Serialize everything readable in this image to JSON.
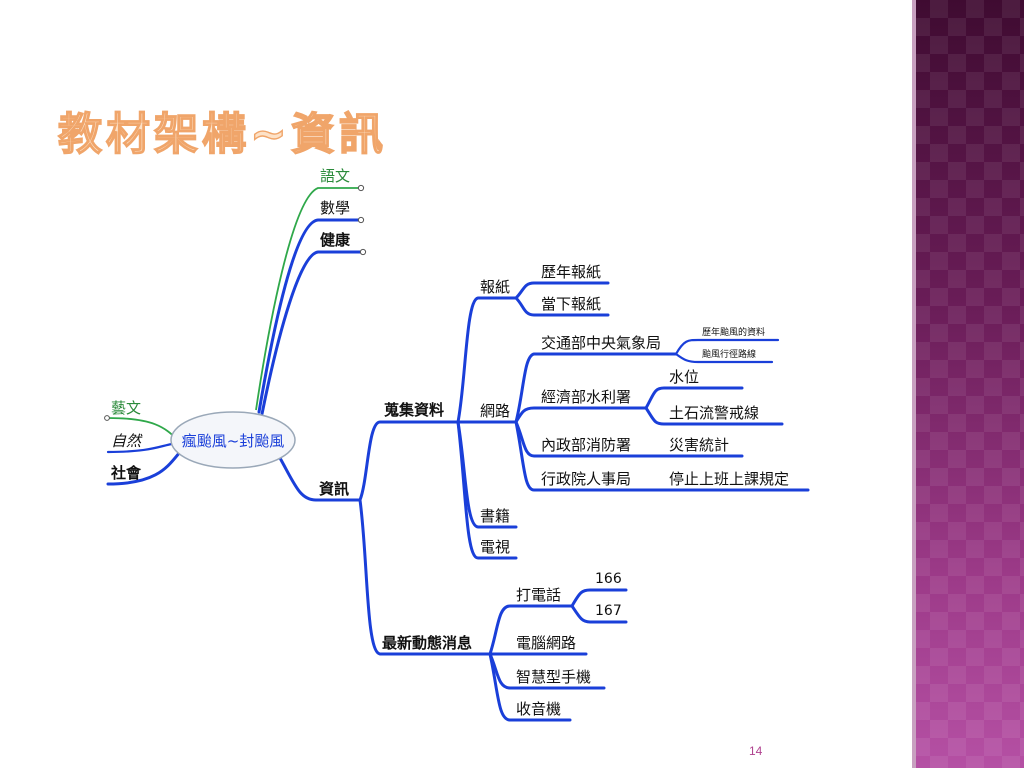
{
  "slide": {
    "title": "教材架構~資訊",
    "page_number": "14"
  },
  "mindmap": {
    "center": "瘋颱風~封颱風",
    "upper_subjects": [
      "語文",
      "數學",
      "健康"
    ],
    "left_subjects": [
      "藝文",
      "自然",
      "社會"
    ],
    "info": {
      "label": "資訊",
      "collect": {
        "label": "蒐集資料",
        "newspaper": {
          "label": "報紙",
          "items": [
            "歷年報紙",
            "當下報紙"
          ]
        },
        "network": {
          "label": "網路",
          "cwb": {
            "label": "交通部中央氣象局",
            "items": [
              "歷年颱風的資料",
              "颱風行徑路線"
            ]
          },
          "wra": {
            "label": "經濟部水利署",
            "items": [
              "水位",
              "土石流警戒線"
            ]
          },
          "nfa": {
            "label": "內政部消防署",
            "items": [
              "災害統計"
            ]
          },
          "dgpa": {
            "label": "行政院人事局",
            "items": [
              "停止上班上課規定"
            ]
          }
        },
        "books": "書籍",
        "tv": "電視"
      },
      "latest": {
        "label": "最新動態消息",
        "phone": {
          "label": "打電話",
          "items": [
            "166",
            "167"
          ]
        },
        "others": [
          "電腦網路",
          "智慧型手機",
          "收音機"
        ]
      }
    }
  },
  "colors": {
    "branch": "#1a3fd9",
    "green_branch": "#2fa84a",
    "title_fill": "#fde2c8",
    "title_stroke": "#f0a56a",
    "side_panel": "#6a1d58",
    "page_number": "#b0438f"
  }
}
